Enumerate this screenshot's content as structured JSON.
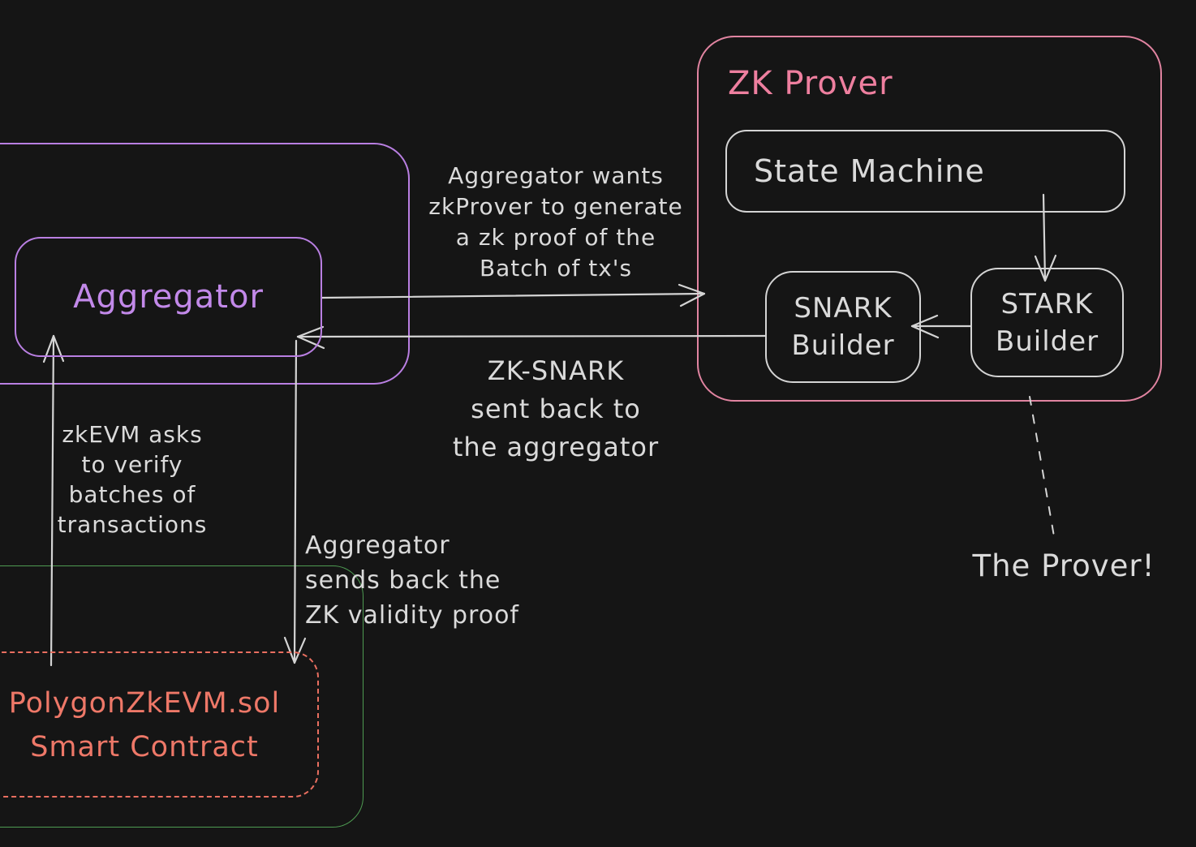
{
  "colors": {
    "bg": "#151515",
    "stroke": "#d4d4d4",
    "text": "#dadada",
    "pink": "#ee7f9f",
    "pink-border": "#e184a1",
    "purple": "#c289e9",
    "purple-border": "#b97fe2",
    "salmon": "#ee7868",
    "salmon-border": "#e96f60",
    "green": "#4e9b52"
  },
  "nodes": {
    "zk_prover": {
      "label": "ZK Prover"
    },
    "state_machine": {
      "label": "State Machine"
    },
    "snark_builder": {
      "label": "SNARK\nBuilder"
    },
    "stark_builder": {
      "label": "STARK\nBuilder"
    },
    "aggregator": {
      "label": "Aggregator"
    },
    "smart_contract": {
      "label": "PolygonZkEVM.sol\nSmart Contract"
    }
  },
  "labels": {
    "request_proof": "Aggregator wants\nzkProver to generate\na zk proof of the\nBatch of tx's",
    "snark_back": "ZK-SNARK\nsent back to\nthe aggregator",
    "verify_batches": "zkEVM asks\nto verify\nbatches of\ntransactions",
    "send_validity": "Aggregator\nsends back the\nZK validity proof",
    "prover_note": "The Prover!"
  }
}
